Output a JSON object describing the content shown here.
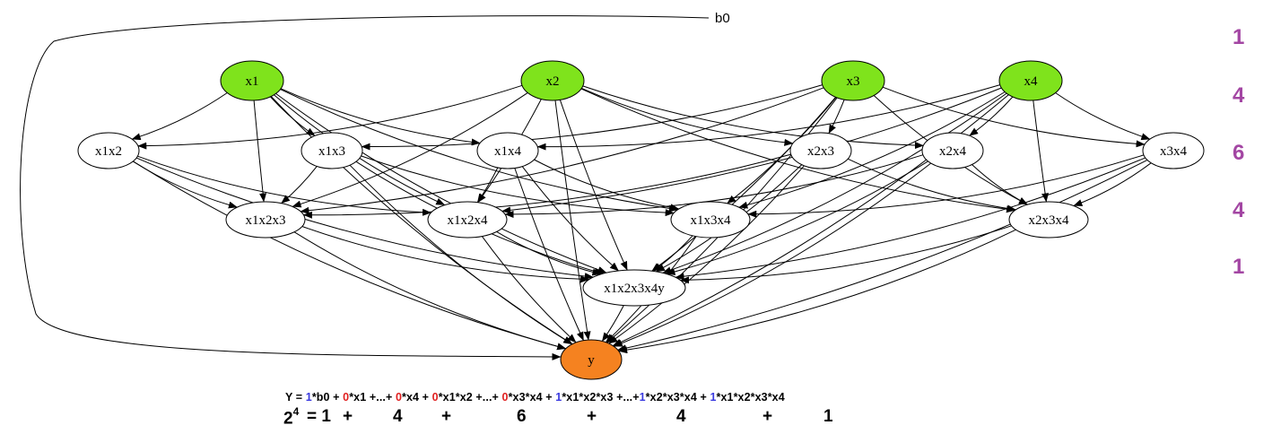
{
  "nodes": [
    {
      "id": "x1",
      "label": "x1",
      "level": 1,
      "fill": "#7fe31c"
    },
    {
      "id": "x2",
      "label": "x2",
      "level": 1,
      "fill": "#7fe31c"
    },
    {
      "id": "x3",
      "label": "x3",
      "level": 1,
      "fill": "#7fe31c"
    },
    {
      "id": "x4",
      "label": "x4",
      "level": 1,
      "fill": "#7fe31c"
    },
    {
      "id": "x1x2",
      "label": "x1x2",
      "level": 2,
      "fill": "#ffffff"
    },
    {
      "id": "x1x3",
      "label": "x1x3",
      "level": 2,
      "fill": "#ffffff"
    },
    {
      "id": "x1x4",
      "label": "x1x4",
      "level": 2,
      "fill": "#ffffff"
    },
    {
      "id": "x2x3",
      "label": "x2x3",
      "level": 2,
      "fill": "#ffffff"
    },
    {
      "id": "x2x4",
      "label": "x2x4",
      "level": 2,
      "fill": "#ffffff"
    },
    {
      "id": "x3x4",
      "label": "x3x4",
      "level": 2,
      "fill": "#ffffff"
    },
    {
      "id": "x1x2x3",
      "label": "x1x2x3",
      "level": 3,
      "fill": "#ffffff"
    },
    {
      "id": "x1x2x4",
      "label": "x1x2x4",
      "level": 3,
      "fill": "#ffffff"
    },
    {
      "id": "x1x3x4",
      "label": "x1x3x4",
      "level": 3,
      "fill": "#ffffff"
    },
    {
      "id": "x2x3x4",
      "label": "x2x3x4",
      "level": 3,
      "fill": "#ffffff"
    },
    {
      "id": "x1x2x3x4y",
      "label": "x1x2x3x4y",
      "level": 4,
      "fill": "#ffffff"
    },
    {
      "id": "y",
      "label": "y",
      "level": 5,
      "fill": "#f58220"
    }
  ],
  "b0_label": "b0",
  "edges": [
    [
      "x1",
      "x1x2"
    ],
    [
      "x1",
      "x1x3"
    ],
    [
      "x1",
      "x1x4"
    ],
    [
      "x1",
      "x1x2x3"
    ],
    [
      "x1",
      "x1x2x4"
    ],
    [
      "x1",
      "x1x3x4"
    ],
    [
      "x1",
      "x1x2x3x4y"
    ],
    [
      "x1",
      "y"
    ],
    [
      "x2",
      "x1x2"
    ],
    [
      "x2",
      "x2x3"
    ],
    [
      "x2",
      "x2x4"
    ],
    [
      "x2",
      "x1x2x3"
    ],
    [
      "x2",
      "x1x2x4"
    ],
    [
      "x2",
      "x2x3x4"
    ],
    [
      "x2",
      "x1x2x3x4y"
    ],
    [
      "x2",
      "y"
    ],
    [
      "x3",
      "x1x3"
    ],
    [
      "x3",
      "x2x3"
    ],
    [
      "x3",
      "x3x4"
    ],
    [
      "x3",
      "x1x2x3"
    ],
    [
      "x3",
      "x1x3x4"
    ],
    [
      "x3",
      "x2x3x4"
    ],
    [
      "x3",
      "x1x2x3x4y"
    ],
    [
      "x3",
      "y"
    ],
    [
      "x4",
      "x1x4"
    ],
    [
      "x4",
      "x2x4"
    ],
    [
      "x4",
      "x3x4"
    ],
    [
      "x4",
      "x1x2x4"
    ],
    [
      "x4",
      "x1x3x4"
    ],
    [
      "x4",
      "x2x3x4"
    ],
    [
      "x4",
      "x1x2x3x4y"
    ],
    [
      "x4",
      "y"
    ],
    [
      "x1x2",
      "x1x2x3"
    ],
    [
      "x1x2",
      "x1x2x4"
    ],
    [
      "x1x2",
      "x1x2x3x4y"
    ],
    [
      "x1x2",
      "y"
    ],
    [
      "x1x3",
      "x1x2x3"
    ],
    [
      "x1x3",
      "x1x3x4"
    ],
    [
      "x1x3",
      "x1x2x3x4y"
    ],
    [
      "x1x3",
      "y"
    ],
    [
      "x1x4",
      "x1x2x4"
    ],
    [
      "x1x4",
      "x1x3x4"
    ],
    [
      "x1x4",
      "x1x2x3x4y"
    ],
    [
      "x1x4",
      "y"
    ],
    [
      "x2x3",
      "x1x2x3"
    ],
    [
      "x2x3",
      "x2x3x4"
    ],
    [
      "x2x3",
      "x1x2x3x4y"
    ],
    [
      "x2x3",
      "y"
    ],
    [
      "x2x4",
      "x1x2x4"
    ],
    [
      "x2x4",
      "x2x3x4"
    ],
    [
      "x2x4",
      "x1x2x3x4y"
    ],
    [
      "x2x4",
      "y"
    ],
    [
      "x3x4",
      "x1x3x4"
    ],
    [
      "x3x4",
      "x2x3x4"
    ],
    [
      "x3x4",
      "x1x2x3x4y"
    ],
    [
      "x3x4",
      "y"
    ],
    [
      "x1x2x3",
      "x1x2x3x4y"
    ],
    [
      "x1x2x3",
      "y"
    ],
    [
      "x1x2x4",
      "x1x2x3x4y"
    ],
    [
      "x1x2x4",
      "y"
    ],
    [
      "x1x3x4",
      "x1x2x3x4y"
    ],
    [
      "x1x3x4",
      "y"
    ],
    [
      "x2x3x4",
      "x1x2x3x4y"
    ],
    [
      "x2x3x4",
      "y"
    ],
    [
      "x1x2x3x4y",
      "y"
    ]
  ],
  "level_counts": [
    "1",
    "4",
    "6",
    "4",
    "1"
  ],
  "count_color": "#a346a3",
  "formula": {
    "parts": [
      {
        "text": "Y = ",
        "color": "black"
      },
      {
        "text": "1",
        "color": "blue"
      },
      {
        "text": "*b0 + ",
        "color": "black"
      },
      {
        "text": "0",
        "color": "red"
      },
      {
        "text": "*x1 +...+ ",
        "color": "black"
      },
      {
        "text": "0",
        "color": "red"
      },
      {
        "text": "*x4 + ",
        "color": "black"
      },
      {
        "text": "0",
        "color": "red"
      },
      {
        "text": "*x1*x2 +...+ ",
        "color": "black"
      },
      {
        "text": "0",
        "color": "red"
      },
      {
        "text": "*x3*x4 + ",
        "color": "black"
      },
      {
        "text": "1",
        "color": "blue"
      },
      {
        "text": "*x1*x2*x3 +...+",
        "color": "black"
      },
      {
        "text": "1",
        "color": "blue"
      },
      {
        "text": "*x2*x3*x4 + ",
        "color": "black"
      },
      {
        "text": "1",
        "color": "blue"
      },
      {
        "text": "*x1*x2*x3*x4",
        "color": "black"
      }
    ]
  },
  "sum_row": {
    "base": "2",
    "exponent": "4",
    "equals": "= 1",
    "plus": "+",
    "terms": [
      "4",
      "6",
      "4",
      "1"
    ]
  }
}
